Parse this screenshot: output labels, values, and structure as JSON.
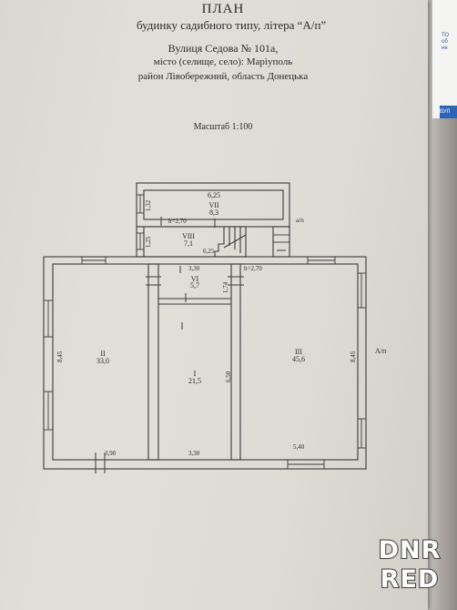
{
  "header": {
    "title": "ПЛАН",
    "subtitle": "будинку садибного типу, літера “А/п”",
    "street": "Вулиця Седова  № 101а,",
    "city": "місто (селище, село):  Маріуполь",
    "district": "район Лівобережний, область Донецька",
    "scale": "Масштаб 1:100"
  },
  "sticker": {
    "text_top": "ТО\nоб\nне",
    "strip": "ВУЛ"
  },
  "plan": {
    "rooms": [
      {
        "id": "VII",
        "area": "8,3",
        "width": "6,25"
      },
      {
        "id": "VIII",
        "area": "7,1"
      },
      {
        "id": "VI",
        "area": "5,7"
      },
      {
        "id": "II",
        "area": "33,0"
      },
      {
        "id": "I",
        "area": "21,5"
      },
      {
        "id": "III",
        "area": "45,6"
      }
    ],
    "dims": {
      "d1_32": "1,32",
      "h270a": "h=2,70",
      "d1_25": "1,25",
      "d6_25b": "6,25",
      "d3_30a": "3,30",
      "h270b": "h=2,70",
      "d1_74": "1,74",
      "d8_45l": "8,45",
      "d6_50": "6,50",
      "d8_45r": "8,45",
      "d3_90": "3,90",
      "d3_30b": "3,30",
      "d5_40": "5,40"
    },
    "lit_small": "а/п",
    "lit_main": "А/п"
  },
  "watermark": {
    "line1": "DNR",
    "line2": "RED"
  }
}
